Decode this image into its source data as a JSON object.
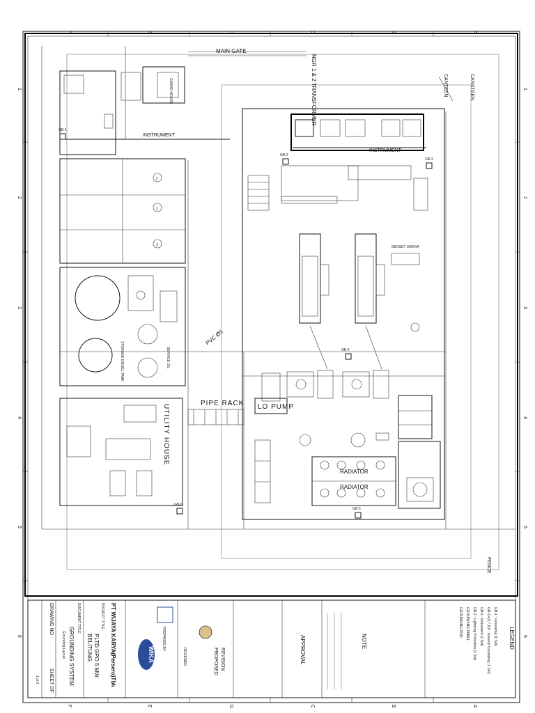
{
  "border": {
    "top_letters": [
      "F",
      "E",
      "D",
      "C",
      "B",
      "A"
    ],
    "bottom_letters": [
      "F",
      "E",
      "D",
      "C",
      "B",
      "A"
    ],
    "side_numbers": [
      "1",
      "2",
      "3",
      "4",
      "5",
      "6"
    ]
  },
  "plan": {
    "main_gate": "MAIN GATE",
    "transformer": "NGR 1 & 2 TRANSFORMER",
    "canteen": "CANTEEN",
    "canteen_2": "CANSTEEN",
    "instrument": "INSTRUMENT",
    "instrument_2": "INSTRUMENT",
    "guard_house": "GUARD HOUSE",
    "genset": "GENSET 300KVA",
    "pvc": "PVC Ø5",
    "pipe_rack": "PIPE RACK",
    "lo_pump": "LO PUMP",
    "utility_house": "UTILITY HOUSE",
    "storage_diesel": "STORAGE DIESEL TANK",
    "service_oil": "SERVICE OIL",
    "radiator_1": "RADIATOR",
    "radiator_2": "RADIATOR",
    "fence": "FENCE",
    "tank_labels": [
      "2",
      "1",
      "3"
    ],
    "pit_labels": [
      "GB-1",
      "GB-2",
      "GB-3",
      "GB-4",
      "GB-5",
      "GB-6"
    ]
  },
  "title_block": {
    "legend": "LEGEND",
    "note": "NOTE",
    "approval": "APPROVAL",
    "revision": "REVISION",
    "proposed": "PROPOSED",
    "company": "PT WIJAYA KARYA(Persero)Tbk",
    "project_title_label": "PROJECT TITLE",
    "project": "PLTD GPO 5 MW",
    "location": "BELITUNG",
    "document_title_label": "DOCUMENT TITLE",
    "document_title": "GROUNDING SYSTEM",
    "document_subtitle": "Grounding Layout",
    "drawing_no_label": "DRAWING NO",
    "sheet_label": "SHEET OF",
    "sheet_value": "1 of 2",
    "wika_logo": "WIKA",
    "prepared_by": "PREPARED BY",
    "reviewed": "REVIEWED",
    "legend_items": [
      "GB-1  : Grounding (1 Set)",
      "GB-3,4,5,7,8,9 : General Grounding (1 Set)",
      "GB-6  : Instrument (2 Set)",
      "GB-2  : Lightning Protection (1 Set)",
      "GROUNDING PANEL",
      "GROUNDING ROD"
    ]
  }
}
